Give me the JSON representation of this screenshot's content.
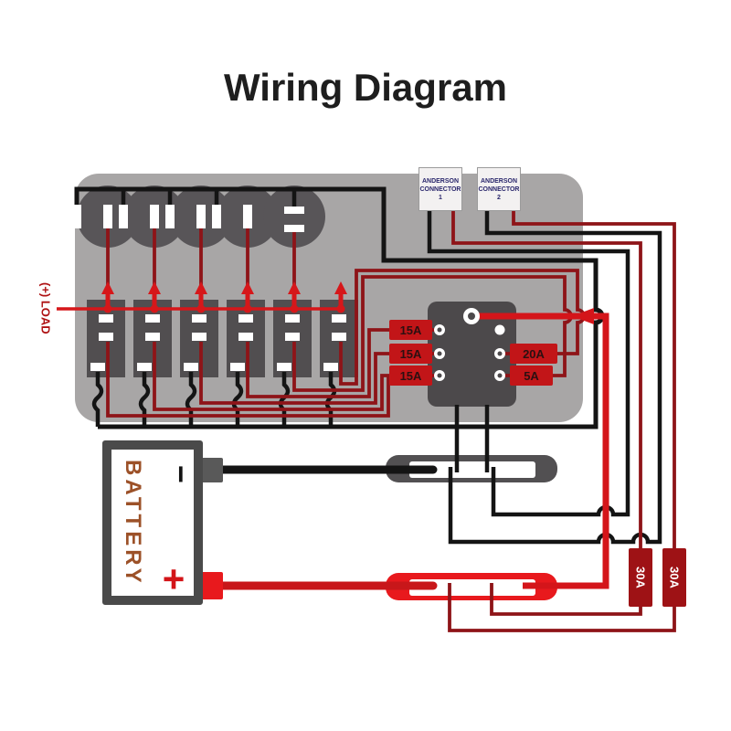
{
  "title": "Wiring Diagram",
  "load_label": "(+) LOAD",
  "connectors": {
    "c1": {
      "line1": "ANDERSON",
      "line2": "CONNECTOR",
      "line3": "1"
    },
    "c2": {
      "line1": "ANDERSON",
      "line2": "CONNECTOR",
      "line3": "2"
    }
  },
  "fuses": {
    "f15a_1": "15A",
    "f15a_2": "15A",
    "f15a_3": "15A",
    "f20a": "20A",
    "f5a": "5A",
    "f30a_1": "30A",
    "f30a_2": "30A"
  },
  "battery": {
    "label": "BATTERY",
    "positive": "+",
    "negative": "−"
  },
  "colors": {
    "panel_gray": "#a8a6a6",
    "component_gray": "#535052",
    "wire_black": "#141414",
    "wire_red_bright": "#d4151a",
    "wire_red_dark": "#8e1418",
    "bus_bar_red": "#e8191d",
    "fuse_box_red": "#c21518",
    "fuse_30a_red": "#9e1215",
    "connector_text_navy": "#2a276c",
    "battery_text_brown": "#9c5128"
  }
}
